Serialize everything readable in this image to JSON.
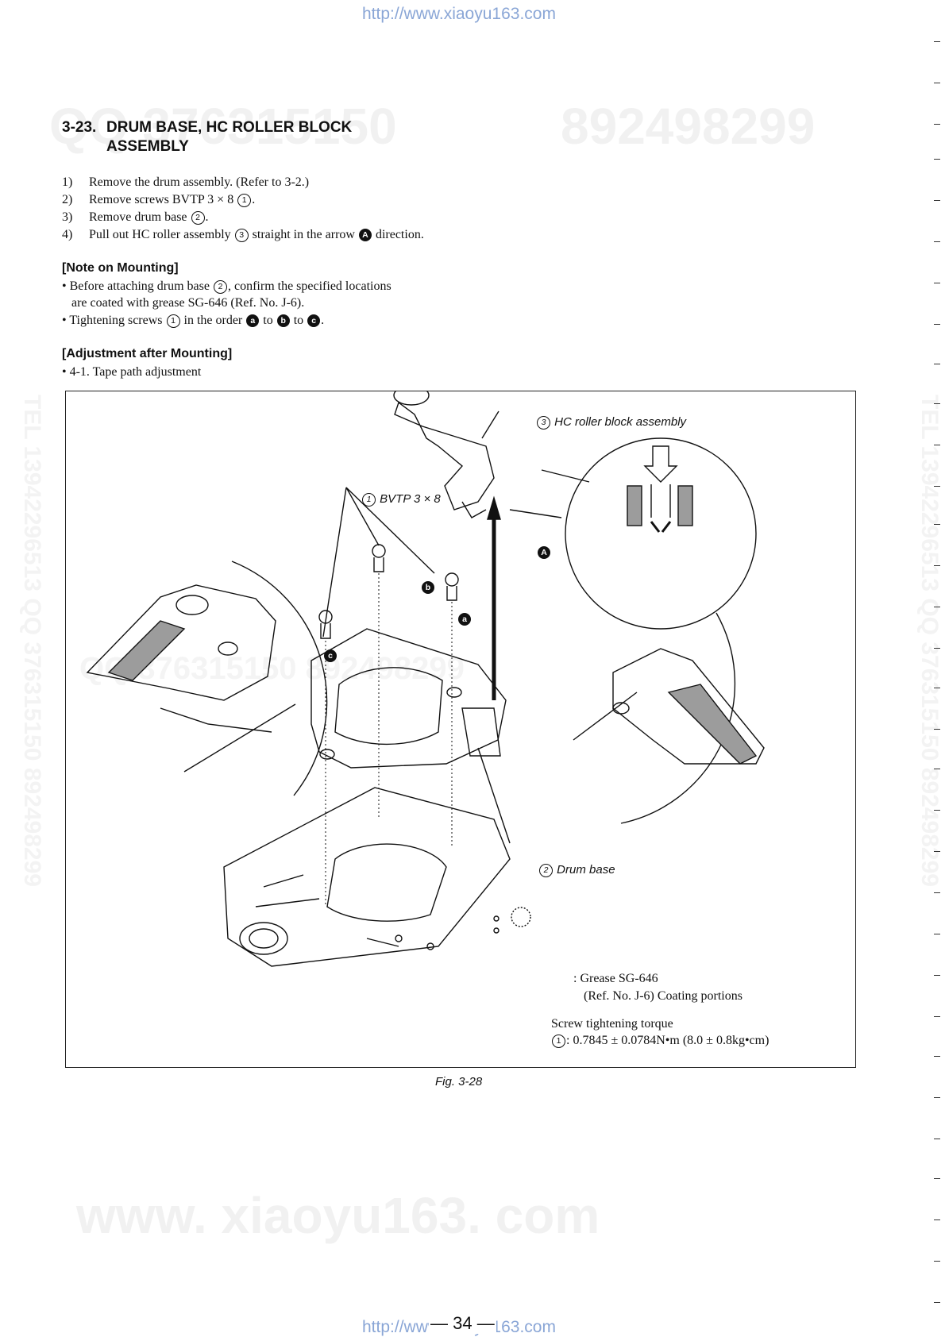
{
  "header_url": "http://www.xiaoyu163.com",
  "footer_url": "http://www.xiaoyu163.com",
  "watermarks": {
    "top_left": "QQ 376315150",
    "top_right": "892498299",
    "middle": "QQ 376315150 892498299",
    "bottom": "www. xiaoyu163. com",
    "side": "TEL 13942296513 QQ 376315150 892498299"
  },
  "section": {
    "number": "3-23.",
    "title_line1": "DRUM BASE, HC ROLLER BLOCK",
    "title_line2": "ASSEMBLY"
  },
  "steps": [
    {
      "n": "1)",
      "text": "Remove the drum assembly. (Refer to 3-2.)"
    },
    {
      "n": "2)",
      "text": "Remove screws BVTP 3 × 8",
      "ref": "1",
      "end": "."
    },
    {
      "n": "3)",
      "text": "Remove drum base",
      "ref": "2",
      "end": "."
    },
    {
      "n": "4)",
      "text": "Pull out HC roller assembly",
      "ref": "3",
      "mid": "straight in the arrow",
      "mark": "A",
      "end": "direction."
    }
  ],
  "note": {
    "heading": "[Note on Mounting]",
    "b1_pre": "• Before attaching drum base",
    "b1_ref": "2",
    "b1_post": ", confirm the specified locations",
    "b1_line2": "are coated with grease SG-646 (Ref. No. J-6).",
    "b2_pre": "• Tightening screws",
    "b2_ref": "1",
    "b2_mid": "in the order",
    "order": [
      "a",
      "b",
      "c"
    ],
    "to": "to",
    "end": "."
  },
  "adjust": {
    "heading": "[Adjustment after Mounting]",
    "item": "• 4-1. Tape path adjustment"
  },
  "figure": {
    "label_hc_num": "3",
    "label_hc": "HC roller block assembly",
    "label_screw_num": "1",
    "label_screw": "BVTP 3 × 8",
    "label_drum_num": "2",
    "label_drum": "Drum base",
    "arrow_mark": "A",
    "screw_marks": [
      "a",
      "b",
      "c"
    ],
    "legend_grease": ": Grease SG-646",
    "legend_grease2": "(Ref. No. J-6) Coating portions",
    "torque_title": "Screw tightening torque",
    "torque_num": "1",
    "torque_value": ": 0.7845 ± 0.0784N•m (8.0 ± 0.8kg•cm)"
  },
  "caption": "Fig. 3-28",
  "page_number": "— 34 —"
}
